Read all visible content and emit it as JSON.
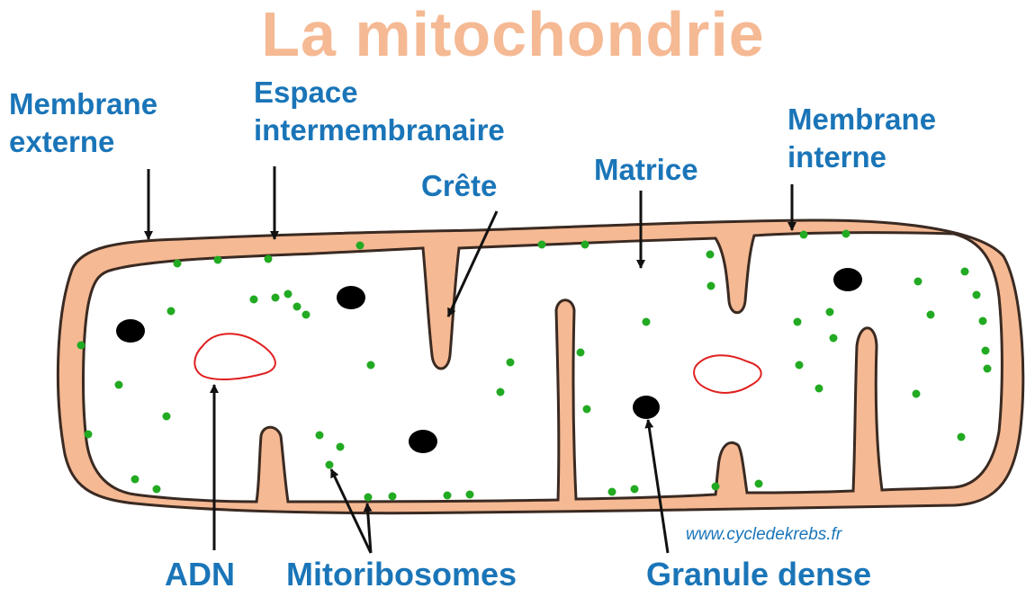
{
  "title": "La mitochondrie",
  "labels": {
    "membrane_externe_1": "Membrane",
    "membrane_externe_2": "externe",
    "espace_1": "Espace",
    "espace_2": "intermembranaire",
    "crete": "Crête",
    "matrice": "Matrice",
    "membrane_interne_1": "Membrane",
    "membrane_interne_2": "interne",
    "adn": "ADN",
    "mitoribosomes": "Mitoribosomes",
    "granule_dense": "Granule dense"
  },
  "watermark": "www.cycledekrebs.fr",
  "colors": {
    "title": "#f5b993",
    "labels": "#1a75b8",
    "membrane_fill": "#f5b993",
    "outline": "#3a2a22",
    "ribosomes": "#22aa22",
    "dna": "#e02020",
    "granules": "#000000"
  }
}
